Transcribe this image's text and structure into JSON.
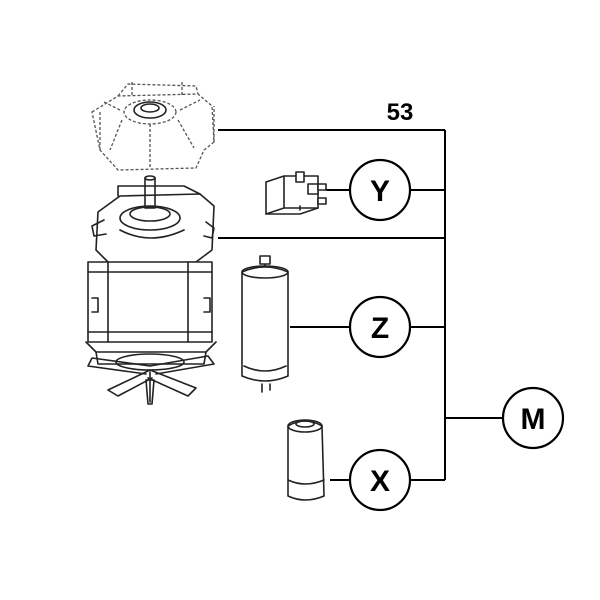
{
  "diagram": {
    "reference_number": "53",
    "callouts": {
      "y": "Y",
      "z": "Z",
      "x": "X",
      "m": "M"
    }
  }
}
